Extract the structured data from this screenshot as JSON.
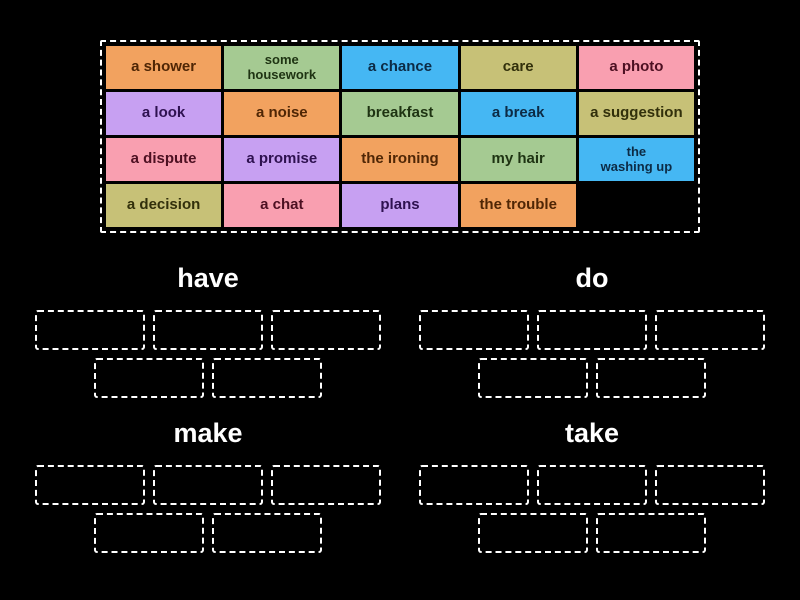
{
  "app": {
    "background": "#000000",
    "border_color": "#ffffff"
  },
  "palette": {
    "orange": {
      "bg": "#f2a25f",
      "text": "#4f2605"
    },
    "green": {
      "bg": "#a5ca92",
      "text": "#1e3312"
    },
    "blue": {
      "bg": "#45b7f3",
      "text": "#0c2b45"
    },
    "khaki": {
      "bg": "#c7c177",
      "text": "#32300b"
    },
    "pink": {
      "bg": "#f99fb0",
      "text": "#4d1022"
    },
    "purple": {
      "bg": "#c7a0f2",
      "text": "#2e1150"
    }
  },
  "pool": {
    "tiles": [
      {
        "label": "a shower",
        "color": "orange"
      },
      {
        "label": "some\nhousework",
        "color": "green"
      },
      {
        "label": "a chance",
        "color": "blue"
      },
      {
        "label": "care",
        "color": "khaki"
      },
      {
        "label": "a photo",
        "color": "pink"
      },
      {
        "label": "a look",
        "color": "purple"
      },
      {
        "label": "a noise",
        "color": "orange"
      },
      {
        "label": "breakfast",
        "color": "green"
      },
      {
        "label": "a break",
        "color": "blue"
      },
      {
        "label": "a suggestion",
        "color": "khaki"
      },
      {
        "label": "a dispute",
        "color": "pink"
      },
      {
        "label": "a promise",
        "color": "purple"
      },
      {
        "label": "the ironing",
        "color": "orange"
      },
      {
        "label": "my hair",
        "color": "green"
      },
      {
        "label": "the\nwashing up",
        "color": "blue"
      },
      {
        "label": "a decision",
        "color": "khaki"
      },
      {
        "label": "a chat",
        "color": "pink"
      },
      {
        "label": "plans",
        "color": "purple"
      },
      {
        "label": "the trouble",
        "color": "orange"
      }
    ]
  },
  "groups": [
    {
      "label": "have",
      "slots": 5
    },
    {
      "label": "do",
      "slots": 5
    },
    {
      "label": "make",
      "slots": 5
    },
    {
      "label": "take",
      "slots": 5
    }
  ]
}
